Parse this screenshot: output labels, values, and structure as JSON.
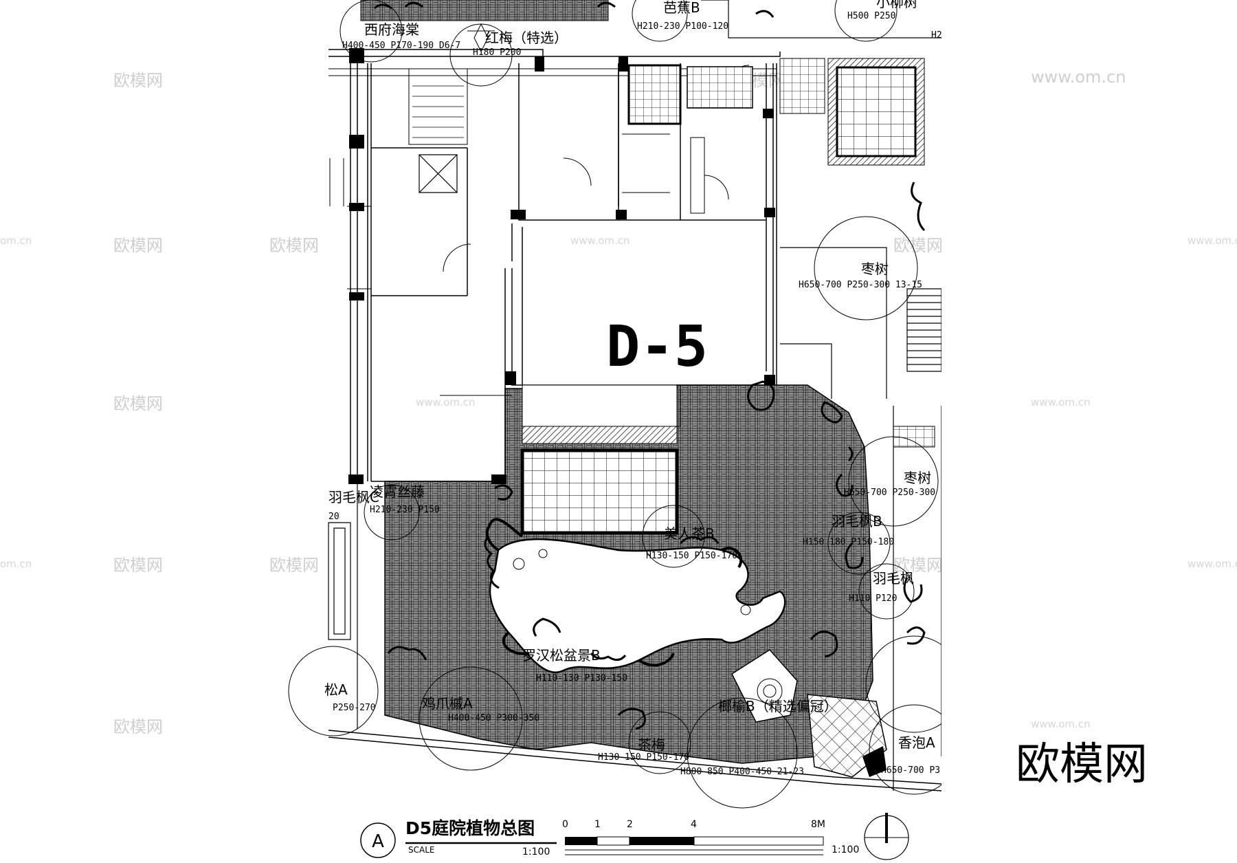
{
  "title_block": {
    "marker": "A",
    "title": "D5庭院植物总图",
    "scale_caption": "SCALE",
    "scale_ratio": "1:100",
    "bar_ratio": "1:100",
    "bar_ticks": [
      "0",
      "1",
      "2",
      "4",
      "8M"
    ]
  },
  "unit_label": "D-5",
  "watermark": {
    "brand": "欧模网",
    "url": "www.om.cn",
    "url_short": "om.cn"
  },
  "plants": [
    {
      "name": "西府海棠",
      "spec": "H400-450 P170-190 D6-7"
    },
    {
      "name": "红梅（特选）",
      "spec": "H180 P200"
    },
    {
      "name": "芭蕉B",
      "spec": "H210-230 P100-120"
    },
    {
      "name": "小柳树",
      "spec": "H500 P250"
    },
    {
      "name": "H2",
      "spec": ""
    },
    {
      "name": "枣树",
      "spec": "H650-700 P250-300 13-15"
    },
    {
      "name": "枣树",
      "spec": "H650-700 P250-300"
    },
    {
      "name": "羽毛枫B",
      "spec": "H150 180 P150-180"
    },
    {
      "name": "羽毛枫",
      "spec": "H110 P120"
    },
    {
      "name": "美人茶B",
      "spec": "H130-150 P150-170"
    },
    {
      "name": "羽毛枫C",
      "spec": "20"
    },
    {
      "name": "凌霄丝藤",
      "spec": "H210-230 P150"
    },
    {
      "name": "罗汉松盆景B",
      "spec": "H110-130 P130-150"
    },
    {
      "name": "松A",
      "spec": "P250-270"
    },
    {
      "name": "鸡爪槭A",
      "spec": "H400-450 P300-350"
    },
    {
      "name": "茶梅",
      "spec": "H130-150 P150-170"
    },
    {
      "name": "榔榆B（精选偏冠）",
      "spec": "H800-850 P400-450 21-23"
    },
    {
      "name": "香泡A",
      "spec": "H650-700 P3"
    }
  ]
}
